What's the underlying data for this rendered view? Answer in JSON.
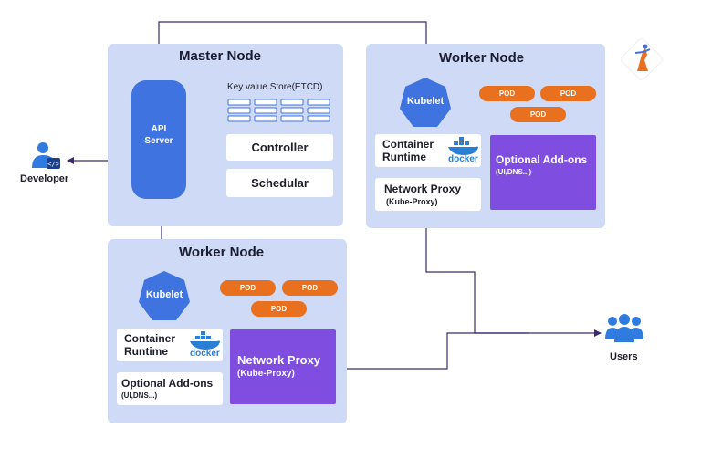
{
  "diagram": {
    "master": {
      "title": "Master Node",
      "api_line1": "API",
      "api_line2": "Server",
      "etcd_label": "Key value Store(ETCD)",
      "controller": "Controller",
      "scheduler": "Schedular"
    },
    "worker_top": {
      "title": "Worker Node",
      "kubelet": "Kubelet",
      "pods": [
        "POD",
        "POD",
        "POD"
      ],
      "container_line1": "Container",
      "container_line2": "Runtime",
      "docker": "docker",
      "addons_title": "Optional Add-ons",
      "addons_sub": "(UI,DNS...)",
      "proxy_title": "Network Proxy",
      "proxy_sub": "(Kube-Proxy)"
    },
    "worker_bottom": {
      "title": "Worker Node",
      "kubelet": "Kubelet",
      "pods": [
        "POD",
        "POD",
        "POD"
      ],
      "container_line1": "Container",
      "container_line2": "Runtime",
      "docker": "docker",
      "addons_title": "Optional Add-ons",
      "addons_sub": "(UI,DNS...)",
      "proxy_title": "Network Proxy",
      "proxy_sub": "(Kube-Proxy)"
    },
    "developer": "Developer",
    "users": "Users",
    "colors": {
      "panel": "#cfdaf6",
      "api": "#3e73e0",
      "pod": "#e8701f",
      "purple": "#7f4ee0",
      "arrow": "#3a2a6e"
    }
  }
}
